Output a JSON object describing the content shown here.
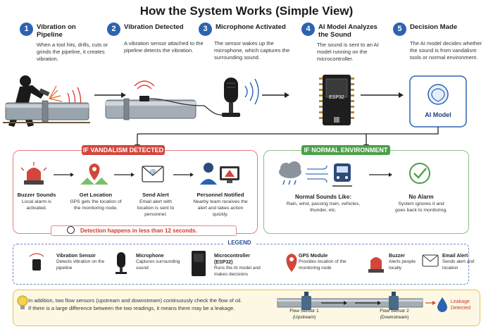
{
  "title": "How the System Works (Simple View)",
  "steps": [
    {
      "num": "1",
      "title": "Vibration on Pipeline",
      "desc": "When a tool hits, drills, cuts or grinds the pipeline, it creates vibration."
    },
    {
      "num": "2",
      "title": "Vibration Detected",
      "desc": "A vibration sensor attached to the pipeline detects the vibration."
    },
    {
      "num": "3",
      "title": "Microphone Activated",
      "desc": "The sensor wakes up the microphone, which captures the surrounding sound."
    },
    {
      "num": "4",
      "title": "AI Model Analyzes the Sound",
      "desc": "The sound is sent to an AI model running on the microcontroller."
    },
    {
      "num": "5",
      "title": "Decision Made",
      "desc": "The AI model decides whether the sound is from vandalism tools or normal environment."
    }
  ],
  "esp_label": "ESP32",
  "ai_model_label": "AI Model",
  "vandalism": {
    "header": "IF VANDALISM DETECTED",
    "items": [
      {
        "title": "Buzzer Sounds",
        "desc": "Local alarm is activated."
      },
      {
        "title": "Get Location",
        "desc": "GPS gets the location of the monitoring node."
      },
      {
        "title": "Send Alert",
        "desc": "Email alert with location is sent to personnel."
      },
      {
        "title": "Personnel Notified",
        "desc": "Nearby team receives the alert and takes action quickly."
      }
    ],
    "note": "Detection happens in less than 12 seconds."
  },
  "normal": {
    "header": "IF NORMAL ENVIRONMENT",
    "sounds_title": "Normal Sounds Like:",
    "sounds_desc": "Rain, wind, passing train, vehicles, thunder, etc.",
    "alarm_title": "No Alarm",
    "alarm_desc": "System ignores it and goes back to monitoring."
  },
  "legend": {
    "title": "LEGEND",
    "items": [
      {
        "title": "Vibration Sensor",
        "desc": "Detects vibration on the pipeline"
      },
      {
        "title": "Microphone",
        "desc": "Captures surrounding sound"
      },
      {
        "title": "Microcontroller (ESP32)",
        "desc": "Runs the AI model and makes decisions"
      },
      {
        "title": "GPS Module",
        "desc": "Provides location of the monitoring node"
      },
      {
        "title": "Buzzer",
        "desc": "Alerts people locally"
      },
      {
        "title": "Email Alert",
        "desc": "Sends alert and location"
      }
    ]
  },
  "info": {
    "line1": "In addition, two flow sensors (upstream and downstream) continuously check the flow of oil.",
    "line2": "If there is a large difference between the two readings, it means there may be a leakage.",
    "fs1_name": "Flow Sensor 1",
    "fs1_pos": "(Upstream)",
    "fs2_name": "Flow Sensor 2",
    "fs2_pos": "(Downstream)",
    "leak_line1": "Leakage",
    "leak_line2": "Detected"
  },
  "colors": {
    "blue": "#2c63b0",
    "red": "#d2463b",
    "green": "#4c9f4a",
    "yellow": "#e8c24a"
  }
}
